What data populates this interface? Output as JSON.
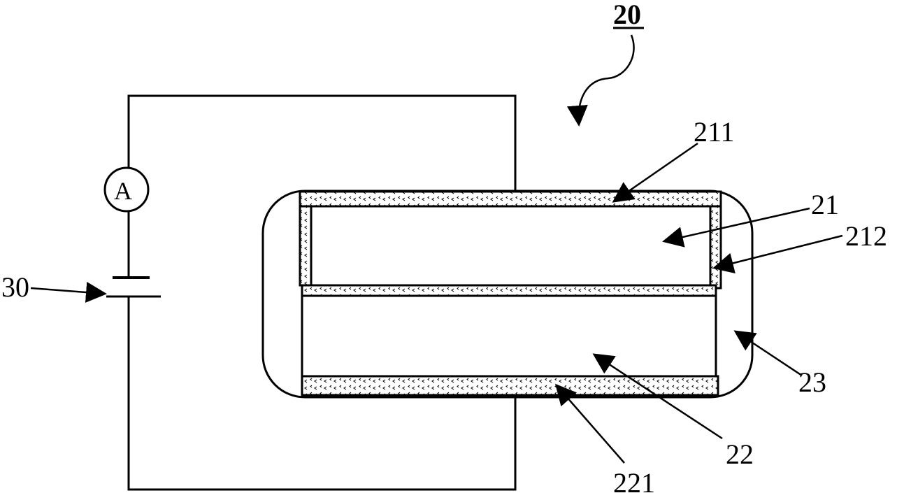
{
  "labels": {
    "assembly": "20",
    "battery": "30",
    "ammeter": "A",
    "first_electrode": "21",
    "first_coating": "211",
    "first_side_coating": "212",
    "second_electrode": "22",
    "second_coating": "221",
    "electrolyte": "23"
  },
  "colors": {
    "line": "#000000",
    "background": "#ffffff"
  }
}
